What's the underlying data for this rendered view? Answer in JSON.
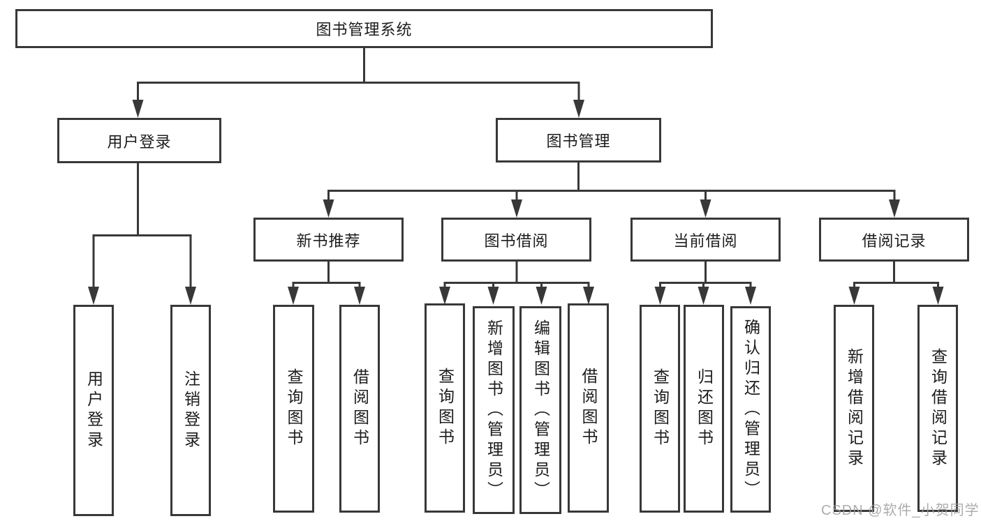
{
  "colors": {
    "background": "#ffffff",
    "node_fill": "#ffffff",
    "node_border": "#383838",
    "line": "#383838",
    "text": "#1c1c1c",
    "watermark": "#9e9e9e"
  },
  "tree": {
    "root": "图书管理系统",
    "children": [
      {
        "label": "用户登录",
        "children": [
          "用户登录",
          "注销登录"
        ]
      },
      {
        "label": "图书管理",
        "children": [
          {
            "label": "新书推荐",
            "children": [
              "查询图书",
              "借阅图书"
            ]
          },
          {
            "label": "图书借阅",
            "children": [
              "查询图书",
              "新增图书（管理员）",
              "编辑图书（管理员）",
              "借阅图书"
            ]
          },
          {
            "label": "当前借阅",
            "children": [
              "查询图书",
              "归还图书",
              "确认归还（管理员）"
            ]
          },
          {
            "label": "借阅记录",
            "children": [
              "新增借阅记录",
              "查询借阅记录"
            ]
          }
        ]
      }
    ]
  },
  "watermark": {
    "text": "CSDN @软件_小贺同学"
  }
}
